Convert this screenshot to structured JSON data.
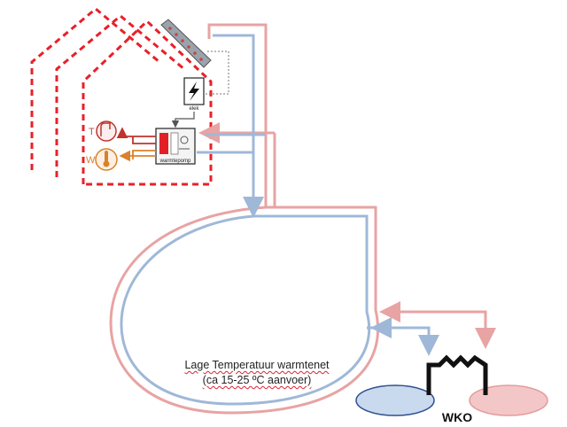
{
  "diagram": {
    "network": {
      "title": "Lage Temperatuur warmtenet",
      "subtitle": "(ca 15-25 ºC aanvoer)"
    },
    "heat_pump": {
      "label": "warmtepomp"
    },
    "electric": {
      "label": "elek"
    },
    "tap_water": {
      "letter": "T"
    },
    "heating": {
      "letter": "W"
    },
    "storage": {
      "label": "WKO"
    },
    "colors": {
      "house_outline": "#e8202a",
      "warm_pipe": "#e8a3a3",
      "cold_pipe": "#9fb8d8",
      "cold_well_fill": "#c9d9ee",
      "cold_well_stroke": "#2e4f8f",
      "warm_well_fill": "#f3c7c7",
      "warm_well_stroke": "#e59a9a",
      "heat_exchanger": "#111111",
      "supply_orange": "#d9822b",
      "return_red": "#c0342c"
    }
  }
}
